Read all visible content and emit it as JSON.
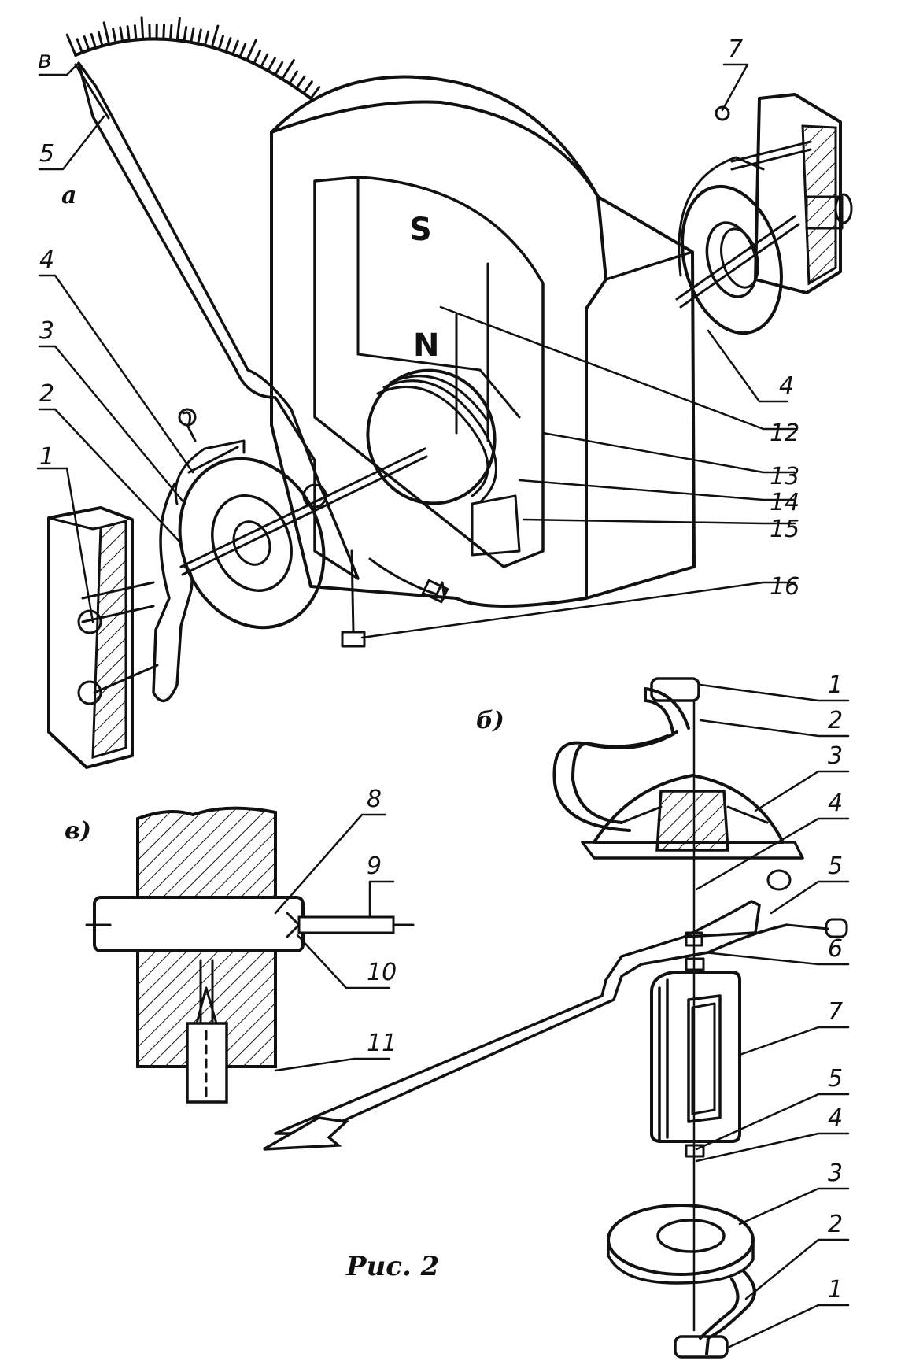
{
  "figure": {
    "caption": "Рис. 2",
    "panels": {
      "a": "а",
      "b": "б)",
      "v": "в)"
    },
    "poles": {
      "south": "S",
      "north": "N"
    },
    "side_marker": "в"
  },
  "callouts_a": [
    "1",
    "2",
    "3",
    "4",
    "5",
    "4",
    "7",
    "12",
    "13",
    "14",
    "15",
    "16"
  ],
  "callouts_b": [
    "1",
    "2",
    "3",
    "4",
    "5",
    "6",
    "7",
    "5",
    "4",
    "3",
    "2",
    "1"
  ],
  "callouts_v": [
    "8",
    "9",
    "10",
    "11"
  ],
  "colors": {
    "ink": "#111111",
    "paper": "#ffffff"
  }
}
